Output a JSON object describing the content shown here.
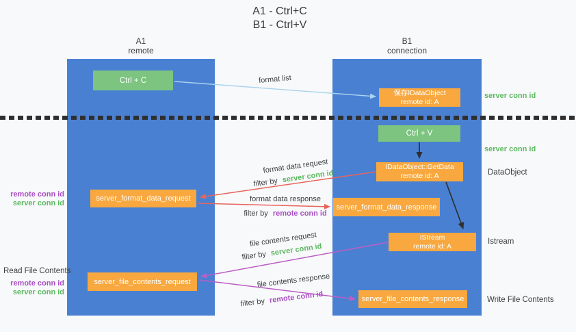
{
  "title": {
    "line1": "A1 - Ctrl+C",
    "line2": "B1 - Ctrl+V"
  },
  "lanes": {
    "left": {
      "id": "A1",
      "subtitle": "remote"
    },
    "right": {
      "id": "B1",
      "subtitle": "connection"
    }
  },
  "nodes": {
    "ctrl_c": {
      "label": "Ctrl + C"
    },
    "ctrl_v": {
      "label": "Ctrl + V"
    },
    "save_idataobject": {
      "line1": "保存IDataObject",
      "line2": "remote id: A"
    },
    "getdata": {
      "line1": "IDataObject::GetData",
      "line2": "remote id: A"
    },
    "istream": {
      "line1": "IStream",
      "line2": "remote id: A"
    },
    "format_request": {
      "label": "server_format_data_request"
    },
    "format_response": {
      "label": "server_format_data_response"
    },
    "file_request": {
      "label": "server_file_contents_request"
    },
    "file_response": {
      "label": "server_file_contents_response"
    }
  },
  "edge_labels": {
    "format_list": "format list",
    "format_data_request": "format data request",
    "format_data_response": "format data response",
    "file_contents_request": "file contents request",
    "file_contents_response": "file contents response",
    "filter_by": "filter by",
    "server_conn_id": "server conn id",
    "remote_conn_id": "remote conn id"
  },
  "annotations": {
    "right_top_server_conn_id": "server conn id",
    "right_mid_server_conn_id": "server conn id",
    "dataobject": "DataObject",
    "istream": "Istream",
    "write_file_contents": "Write File Contents",
    "read_file_contents": "Read File Contents",
    "left_remote_conn_id": "remote conn id",
    "left_server_conn_id": "server conn id",
    "bottom_remote_conn_id": "remote conn id",
    "bottom_server_conn_id": "server conn id"
  },
  "colors": {
    "lane_blue": "#4a80d2",
    "box_orange": "#f8a83e",
    "box_green": "#7cc47f",
    "arrow_red": "#e8645c",
    "arrow_purple": "#bb5ec6",
    "arrow_light_blue": "#a9d3ee",
    "arrow_black": "#2f2f2f",
    "text_green": "#5cb860",
    "text_purple": "#a94fc3"
  }
}
